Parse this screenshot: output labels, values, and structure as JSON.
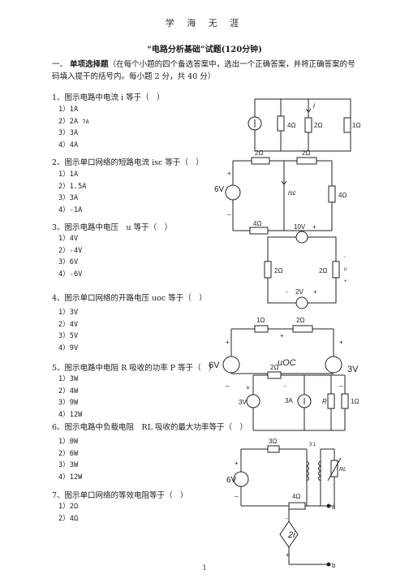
{
  "header": "学 海 无 涯",
  "title": "“电路分析基础”试题(120分钟)",
  "section": {
    "number": "一、",
    "name": "单项选择题",
    "desc": "（在每个小题的四个备选答案中，选出一个正确答案，并将正确答案的号码填入提干的括号内。每小题 2 分，共 40 分）"
  },
  "questions": [
    {
      "text": "1、图示电路中电流 i 等于（　）",
      "options": [
        "1）1A",
        "2）2A",
        "3）3A",
        "4）4A"
      ],
      "note": "7A"
    },
    {
      "text": "2、图示单口网络的短路电流 isc 等于（　）",
      "options": [
        "1）1A",
        "2）1.5A",
        "3）3A",
        "4）-1A"
      ]
    },
    {
      "text": "3、图示电路中电压　u 等于（　）",
      "options": [
        "1）4V",
        "2）-4V",
        "3）6V",
        "4）-6V"
      ]
    },
    {
      "text": "4、图示单口网络的开路电压 uoc 等于（　）",
      "options": [
        "1）3V",
        "2）4V",
        "3）5V",
        "4）9V"
      ]
    },
    {
      "text": "5、图示电路中电阻 R 吸收的功率 P 等于（　）",
      "options": [
        "1）3W",
        "2）4W",
        "3）9W",
        "4）12W"
      ]
    },
    {
      "text": "6、图示电路中负载电阻　RL 吸收的最大功率等于（　）",
      "options": [
        "1）0W",
        "2）6W",
        "3）3W",
        "4）12W"
      ]
    },
    {
      "text": "7、图示单口网络的等效电阻等于（　）",
      "options": [
        "1）2Ω",
        "2）4Ω"
      ]
    }
  ],
  "figures": {
    "fig1": {
      "r1": "4Ω",
      "r2": "2Ω",
      "r3": "1Ω",
      "i": "i"
    },
    "fig2": {
      "r1": "2Ω",
      "r2": "2Ω",
      "r3": "4Ω",
      "r4": "4Ω",
      "v": "6V",
      "isc": "isc",
      "plus": "+",
      "minus": "_"
    },
    "fig3": {
      "v1": "10V",
      "r1": "2Ω",
      "r2": "2Ω",
      "v2": "2V",
      "u": "u",
      "plus": "+",
      "minus": "-"
    },
    "fig4": {
      "r1": "1Ω",
      "r2": "2Ω",
      "v1": "6V",
      "v2": "3V",
      "uoc": "uOC",
      "plus": "+",
      "minus": "_"
    },
    "fig5": {
      "r1": "2Ω",
      "v": "3V",
      "i": "3A",
      "r": "R",
      "r2": "1Ω",
      "plus": "+",
      "minus": "-"
    },
    "fig6": {
      "r1": "3Ω",
      "ratio": "3:1",
      "v": "6V",
      "rl": "RL",
      "plus": "+",
      "minus": "_"
    },
    "fig7": {
      "r1": "4Ω",
      "a": "a",
      "b": "b",
      "src": "2i",
      "plus": "+",
      "minus": "-"
    }
  },
  "page_number": "1"
}
